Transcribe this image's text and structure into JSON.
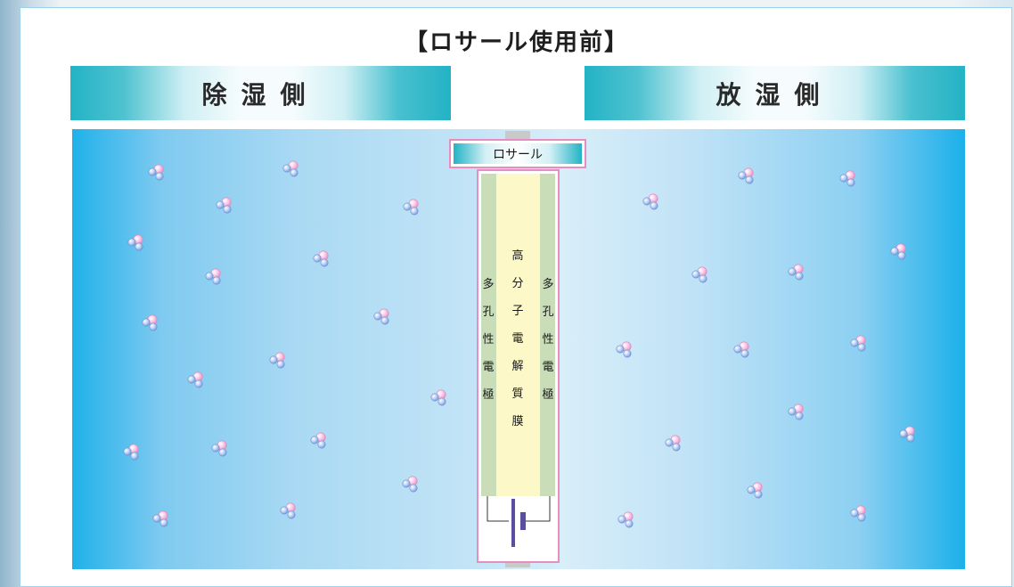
{
  "title": "【ロサール使用前】",
  "headers": {
    "left": "除湿側",
    "right": "放湿側"
  },
  "device": {
    "label": "ロサール",
    "left_electrode": "多孔性電極",
    "membrane": "高分子電解質膜",
    "right_electrode": "多孔性電極"
  },
  "colors": {
    "header_teal": "#22b3c5",
    "chamber_blue": "#1fb1ea",
    "membrane_yellow": "#fdf8c8",
    "electrode_green": "#c8ddb8",
    "device_border": "#e58ec0",
    "molecule_pink": "#f4a8d6",
    "molecule_blue": "#7fa8e8"
  },
  "molecule_icon": "water-molecule-icon",
  "battery_icon": "battery-icon"
}
